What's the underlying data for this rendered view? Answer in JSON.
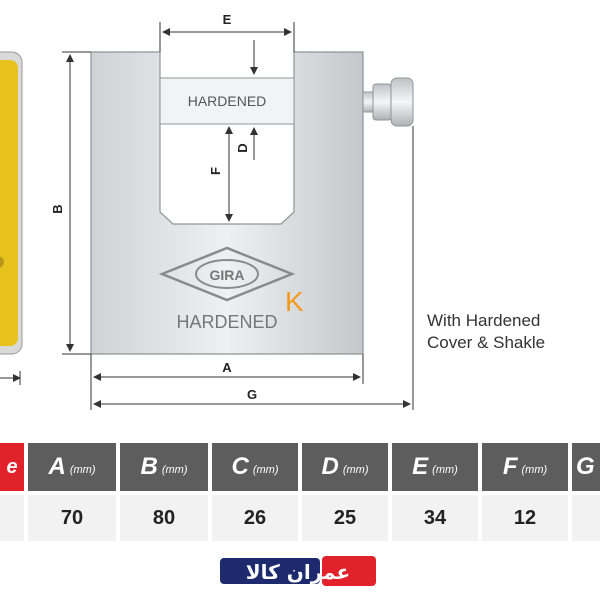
{
  "drawing": {
    "labels": {
      "e": "E",
      "d": "D",
      "f": "F",
      "b": "B",
      "a": "A",
      "g": "G",
      "shackle_stamp": "HARDENED",
      "brand": "GIRA",
      "body_stamp": "HARDENED",
      "overlay_letter": "K"
    },
    "note_lines": [
      "With Hardened",
      "Cover & Shakle"
    ]
  },
  "table": {
    "headers": [
      {
        "letter": "A",
        "unit": "(mm)"
      },
      {
        "letter": "B",
        "unit": "(mm)"
      },
      {
        "letter": "C",
        "unit": "(mm)"
      },
      {
        "letter": "D",
        "unit": "(mm)"
      },
      {
        "letter": "E",
        "unit": "(mm)"
      },
      {
        "letter": "F",
        "unit": "(mm)"
      },
      {
        "letter": "G",
        "unit": ""
      }
    ],
    "values": [
      "70",
      "80",
      "26",
      "25",
      "34",
      "12",
      ""
    ],
    "first_header_fragment": "e"
  },
  "colors": {
    "header_bg": "#5d5d5d",
    "accent_red": "#e2222a",
    "row_bg": "#f2f2f2",
    "brand_orange": "#f39a1e",
    "logo_navy": "#1d2a6e",
    "lock_yellow": "#e8c21c"
  },
  "logo": {
    "text": "عمران کالا"
  }
}
